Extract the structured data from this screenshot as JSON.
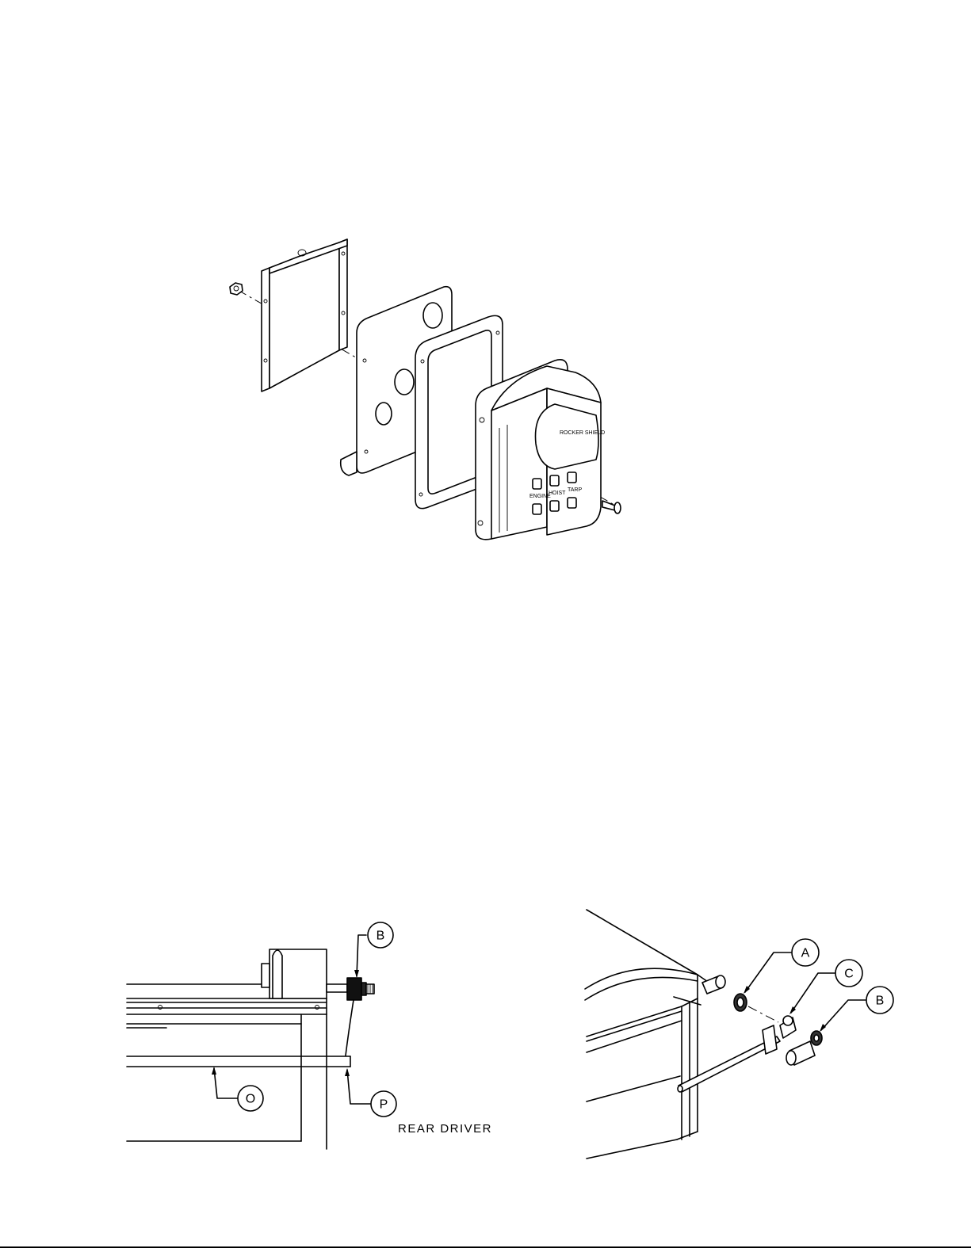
{
  "exploded_view": {
    "control_panel_text": [
      "ROCKER SHIELD",
      "ENGINE",
      "HOIST",
      "TARP"
    ]
  },
  "rear_driver_view": {
    "caption": "REAR DRIVER",
    "callouts": {
      "b": "B",
      "o": "O",
      "p": "P"
    }
  },
  "pivot_view": {
    "callouts": {
      "a": "A",
      "c": "C",
      "b": "B"
    }
  }
}
